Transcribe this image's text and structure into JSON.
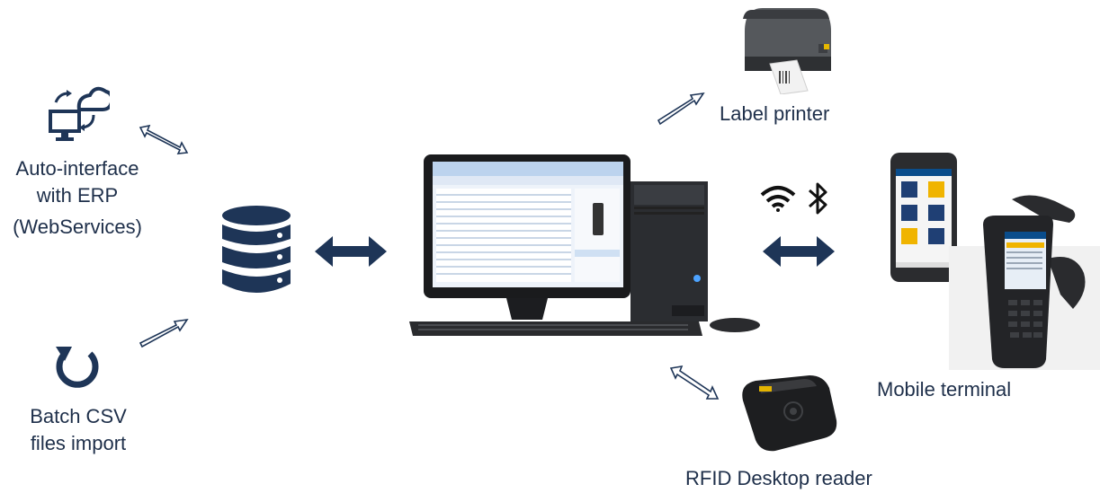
{
  "labels": {
    "erp_line1": "Auto-interface",
    "erp_line2": "with ERP",
    "erp_line3": "(WebServices)",
    "csv_line1": "Batch CSV",
    "csv_line2": "files import",
    "printer": "Label printer",
    "mobile": "Mobile terminal",
    "rfid": "RFID Desktop reader"
  },
  "icons": {
    "erp": "cloud-sync-monitor-icon",
    "csv": "refresh-circle-icon",
    "database": "database-icon",
    "wifi": "wifi-icon",
    "bluetooth": "bluetooth-icon"
  },
  "colors": {
    "navy": "#1e3557",
    "text": "#1e2f4a"
  }
}
